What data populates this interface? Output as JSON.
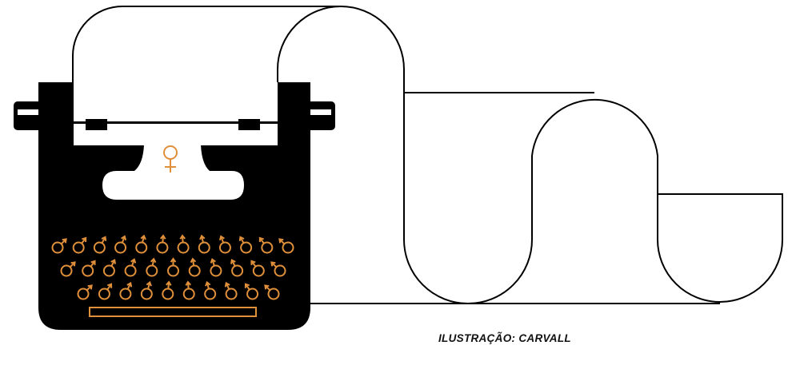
{
  "caption": "ILUSTRAÇÃO: CARVALL",
  "colors": {
    "machine": "#000000",
    "symbol": "#e0903a",
    "paper_line": "#000000"
  },
  "keyboard": {
    "row_counts": [
      12,
      11,
      10
    ],
    "key_icon": "male-symbol-icon"
  },
  "paper_icon": "female-symbol-icon"
}
